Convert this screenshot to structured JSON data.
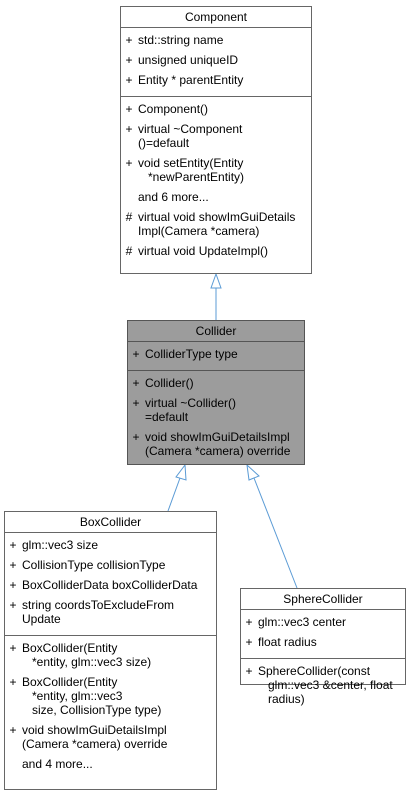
{
  "colors": {
    "edge": "#5b9bd5",
    "focus_fill": "#9c9c9c"
  },
  "component": {
    "name": "Component",
    "attributes": [
      {
        "vis": "+",
        "text": "std::string name"
      },
      {
        "vis": "+",
        "text": "unsigned uniqueID"
      },
      {
        "vis": "+",
        "text": "Entity * parentEntity"
      }
    ],
    "methods": [
      {
        "vis": "+",
        "l1": "Component()"
      },
      {
        "vis": "+",
        "l1": "virtual ~Component",
        "l2": "()=default"
      },
      {
        "vis": "+",
        "l1": "void setEntity(Entity",
        "l2": "*newParentEntity)"
      },
      {
        "vis": "",
        "l1": "and 6 more..."
      },
      {
        "vis": "#",
        "l1": "virtual void showImGuiDetails",
        "l2": "Impl(Camera *camera)"
      },
      {
        "vis": "#",
        "l1": "virtual void UpdateImpl()"
      }
    ]
  },
  "collider": {
    "name": "Collider",
    "attributes": [
      {
        "vis": "+",
        "text": "ColliderType type"
      }
    ],
    "methods": [
      {
        "vis": "+",
        "l1": "Collider()"
      },
      {
        "vis": "+",
        "l1": "virtual ~Collider()",
        "l2": "=default"
      },
      {
        "vis": "+",
        "l1": "void showImGuiDetailsImpl",
        "l2": "(Camera *camera) override"
      }
    ]
  },
  "box_collider": {
    "name": "BoxCollider",
    "attributes": [
      {
        "vis": "+",
        "l1": "glm::vec3 size"
      },
      {
        "vis": "+",
        "l1": "CollisionType collisionType"
      },
      {
        "vis": "+",
        "l1": "BoxColliderData boxColliderData"
      },
      {
        "vis": "+",
        "l1": "string coordsToExcludeFrom",
        "l2": "Update"
      }
    ],
    "methods": [
      {
        "vis": "+",
        "l1": "BoxCollider(Entity",
        "l2": "*entity, glm::vec3 size)"
      },
      {
        "vis": "+",
        "l1": "BoxCollider(Entity",
        "l2": "*entity, glm::vec3",
        "l3": "size, CollisionType type)"
      },
      {
        "vis": "+",
        "l1": "void showImGuiDetailsImpl",
        "l2": "(Camera *camera) override"
      },
      {
        "vis": "",
        "l1": "and 4 more..."
      }
    ]
  },
  "sphere_collider": {
    "name": "SphereCollider",
    "attributes": [
      {
        "vis": "+",
        "text": "glm::vec3 center"
      },
      {
        "vis": "+",
        "text": "float radius"
      }
    ],
    "methods": [
      {
        "vis": "+",
        "l1": "SphereCollider(const",
        "l2": "glm::vec3 &center, float",
        "l3": "radius)"
      }
    ]
  }
}
